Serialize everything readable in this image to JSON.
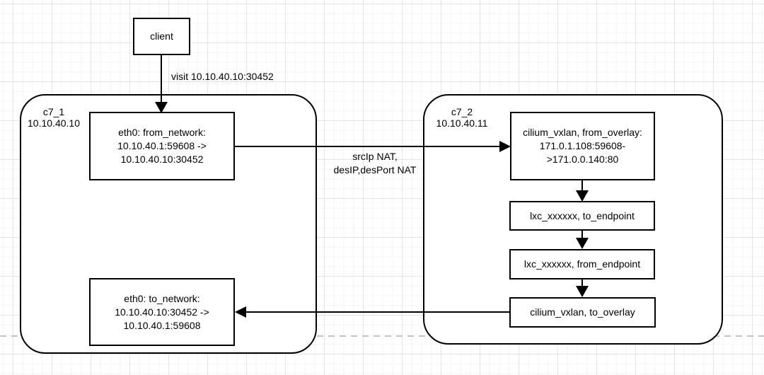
{
  "client": {
    "label": "client"
  },
  "labels": {
    "visit": "visit 10.10.40.10:30452",
    "nat": [
      "srcIp NAT,",
      "desIP,desPort NAT"
    ]
  },
  "node1": {
    "title": "c7_1",
    "ip": "10.10.40.10",
    "from_network": {
      "lines": [
        "eth0: from_network:",
        "10.10.40.1:59608 ->",
        "10.10.40.10:30452"
      ]
    },
    "to_network": {
      "lines": [
        "eth0: to_network:",
        "10.10.40.10:30452 ->",
        "10.10.40.1:59608"
      ]
    }
  },
  "node2": {
    "title": "c7_2",
    "ip": "10.10.40.11",
    "from_overlay": {
      "lines": [
        "cilium_vxlan, from_overlay:",
        "171.0.1.108:59608-",
        ">171.0.0.140:80"
      ]
    },
    "to_endpoint": "lxc_xxxxxx, to_endpoint",
    "from_endpoint": "lxc_xxxxxx, from_endpoint",
    "to_overlay": "cilium_vxlan, to_overlay"
  },
  "colors": {
    "stroke": "#000000",
    "shape_fill": "#ffffff",
    "dashed_line": "#c2c2c2",
    "grid_minor": "#f4f4f4",
    "grid_major": "#e3e3e3",
    "background": "#ffffff"
  }
}
